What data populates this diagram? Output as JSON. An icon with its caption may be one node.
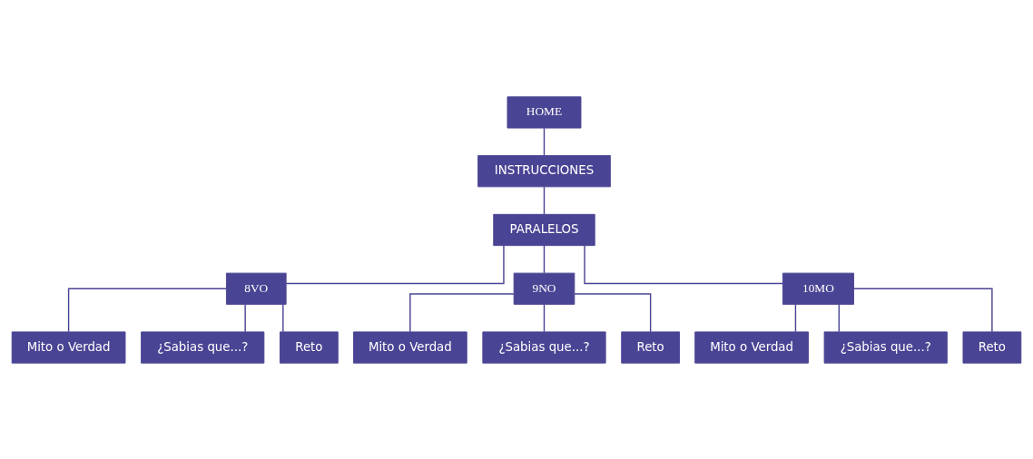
{
  "diagram": {
    "nodes": [
      {
        "text": [
          "HOME"
        ]
      },
      {
        "text": [
          "INSTRUCCIONES"
        ]
      },
      {
        "text": [
          "PARALELOS"
        ]
      },
      {
        "text": [
          "8VO"
        ]
      },
      {
        "text": [
          "9NO"
        ]
      },
      {
        "text": [
          "10MO"
        ]
      },
      {
        "text": [
          "Mito o Verdad"
        ]
      },
      {
        "text": [
          "¿Sabias que...?"
        ]
      },
      {
        "text": [
          "Reto"
        ]
      },
      {
        "text": [
          "Mito o Verdad"
        ]
      },
      {
        "text": [
          "¿Sabias que...?"
        ]
      },
      {
        "text": [
          "Reto"
        ]
      },
      {
        "text": [
          "Mito o Verdad"
        ]
      },
      {
        "text": [
          "¿Sabias que...?"
        ]
      },
      {
        "text": [
          "Reto"
        ]
      }
    ],
    "edges": [
      {
        "from": 0,
        "to": 1,
        "arrow": "none"
      },
      {
        "from": 1,
        "to": 2,
        "arrow": "none"
      },
      {
        "from": 2,
        "to": 3,
        "arrow": "none"
      },
      {
        "from": 2,
        "to": 4,
        "arrow": "none"
      },
      {
        "from": 2,
        "to": 5,
        "arrow": "none"
      },
      {
        "from": 3,
        "to": 6,
        "arrow": "none"
      },
      {
        "from": 3,
        "to": 7,
        "arrow": "none"
      },
      {
        "from": 3,
        "to": 8,
        "arrow": "none"
      },
      {
        "from": 4,
        "to": 9,
        "arrow": "none"
      },
      {
        "from": 4,
        "to": 10,
        "arrow": "none"
      },
      {
        "from": 4,
        "to": 11,
        "arrow": "none"
      },
      {
        "from": 5,
        "to": 12,
        "arrow": "none"
      },
      {
        "from": 5,
        "to": 13,
        "arrow": "none"
      },
      {
        "from": 5,
        "to": 14,
        "arrow": "none"
      }
    ]
  }
}
